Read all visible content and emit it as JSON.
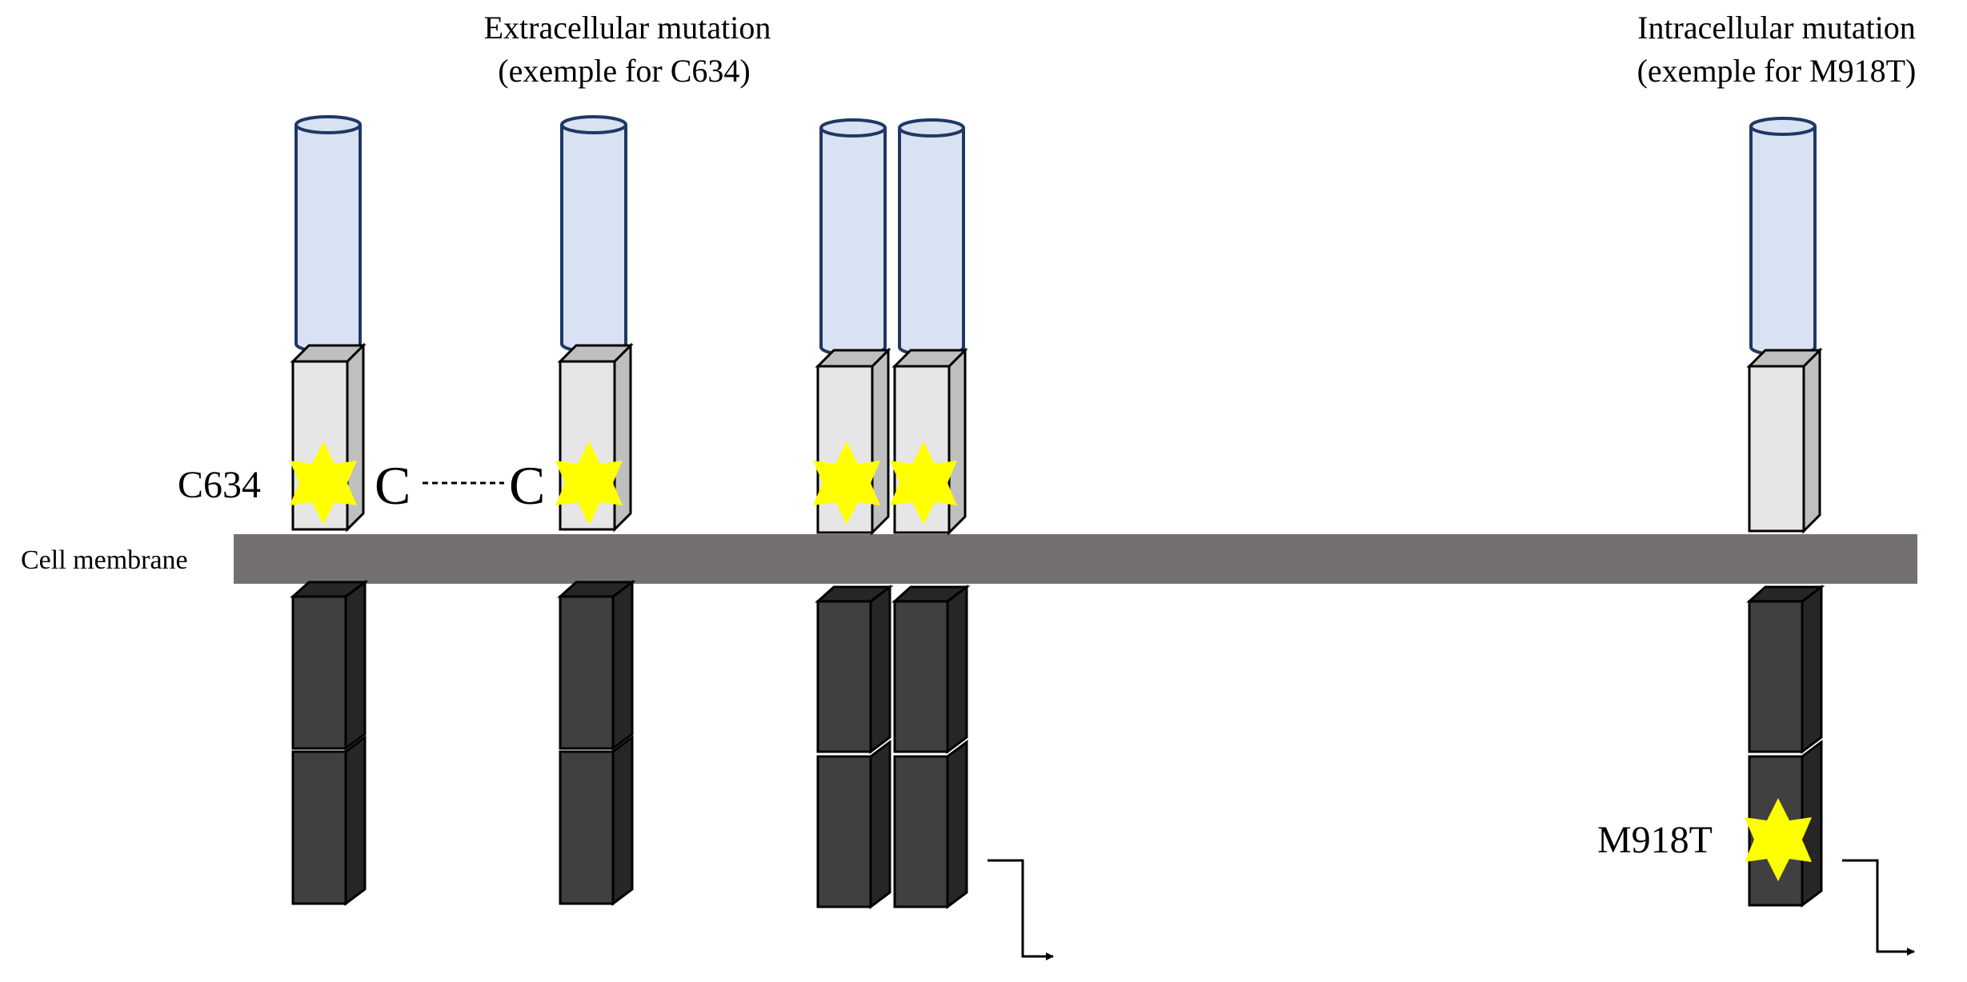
{
  "labels": {
    "extracellular_title_line1": "Extracellular mutation",
    "extracellular_title_line2": "(exemple for C634)",
    "intracellular_title_line1": "Intracellular mutation",
    "intracellular_title_line2": "(exemple for M918T)",
    "membrane": "Cell membrane",
    "c634": "C634",
    "cysteine_left": "C",
    "cysteine_right": "C",
    "m918t": "M918T"
  },
  "colors": {
    "cylinder_fill": "#d9e2f3",
    "cylinder_stroke": "#1f3864",
    "extracellular_block": "#e6e6e6",
    "extracellular_side": "#bfbfbf",
    "intracellular_block": "#404040",
    "intracellular_side": "#262626",
    "membrane": "#757070",
    "star": "#ffff00"
  }
}
